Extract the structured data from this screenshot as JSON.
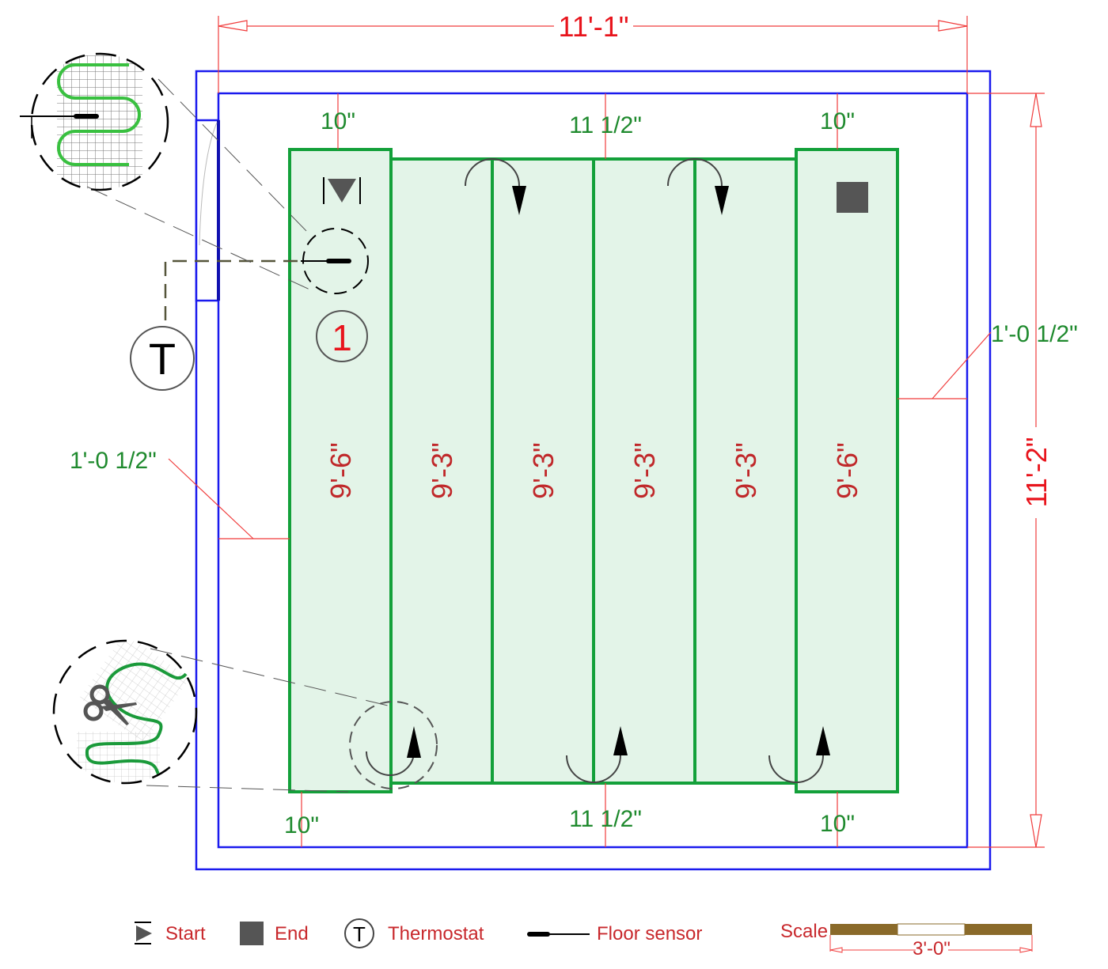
{
  "drawing": {
    "title": "Floor heating mat layout plan",
    "colors": {
      "wall": "#1a1aee",
      "mat_stroke": "#13a03a",
      "mat_fill": "#e3f4e8",
      "dimension_line": "#f03c3c",
      "dimension_text_major": "#e8141c",
      "dimension_text_minor": "#1f8a2e",
      "strip_text": "#c0282a",
      "symbol": "#555555",
      "scale_bar": "#8a6a2a"
    },
    "overall_width": "11'-1\"",
    "overall_height": "11'-2\"",
    "offsets": {
      "top_left": "10\"",
      "top_center": "11 1/2\"",
      "top_right": "10\"",
      "bottom_left": "10\"",
      "bottom_center": "11 1/2\"",
      "bottom_right": "10\"",
      "left_side": "1'-0 1/2\"",
      "right_side": "1'-0 1/2\""
    },
    "strips": [
      {
        "length": "9'-6\""
      },
      {
        "length": "9'-3\""
      },
      {
        "length": "9'-3\""
      },
      {
        "length": "9'-3\""
      },
      {
        "length": "9'-3\""
      },
      {
        "length": "9'-6\""
      }
    ],
    "zone_number": "1",
    "thermostat_symbol": "T"
  },
  "legend": {
    "items": [
      {
        "icon": "start-icon",
        "label": "Start"
      },
      {
        "icon": "end-icon",
        "label": "End"
      },
      {
        "icon": "thermostat-icon",
        "label": "Thermostat"
      },
      {
        "icon": "floor-sensor-icon",
        "label": "Floor sensor"
      }
    ],
    "scale_label": "Scale",
    "scale_value": "3'-0\""
  }
}
